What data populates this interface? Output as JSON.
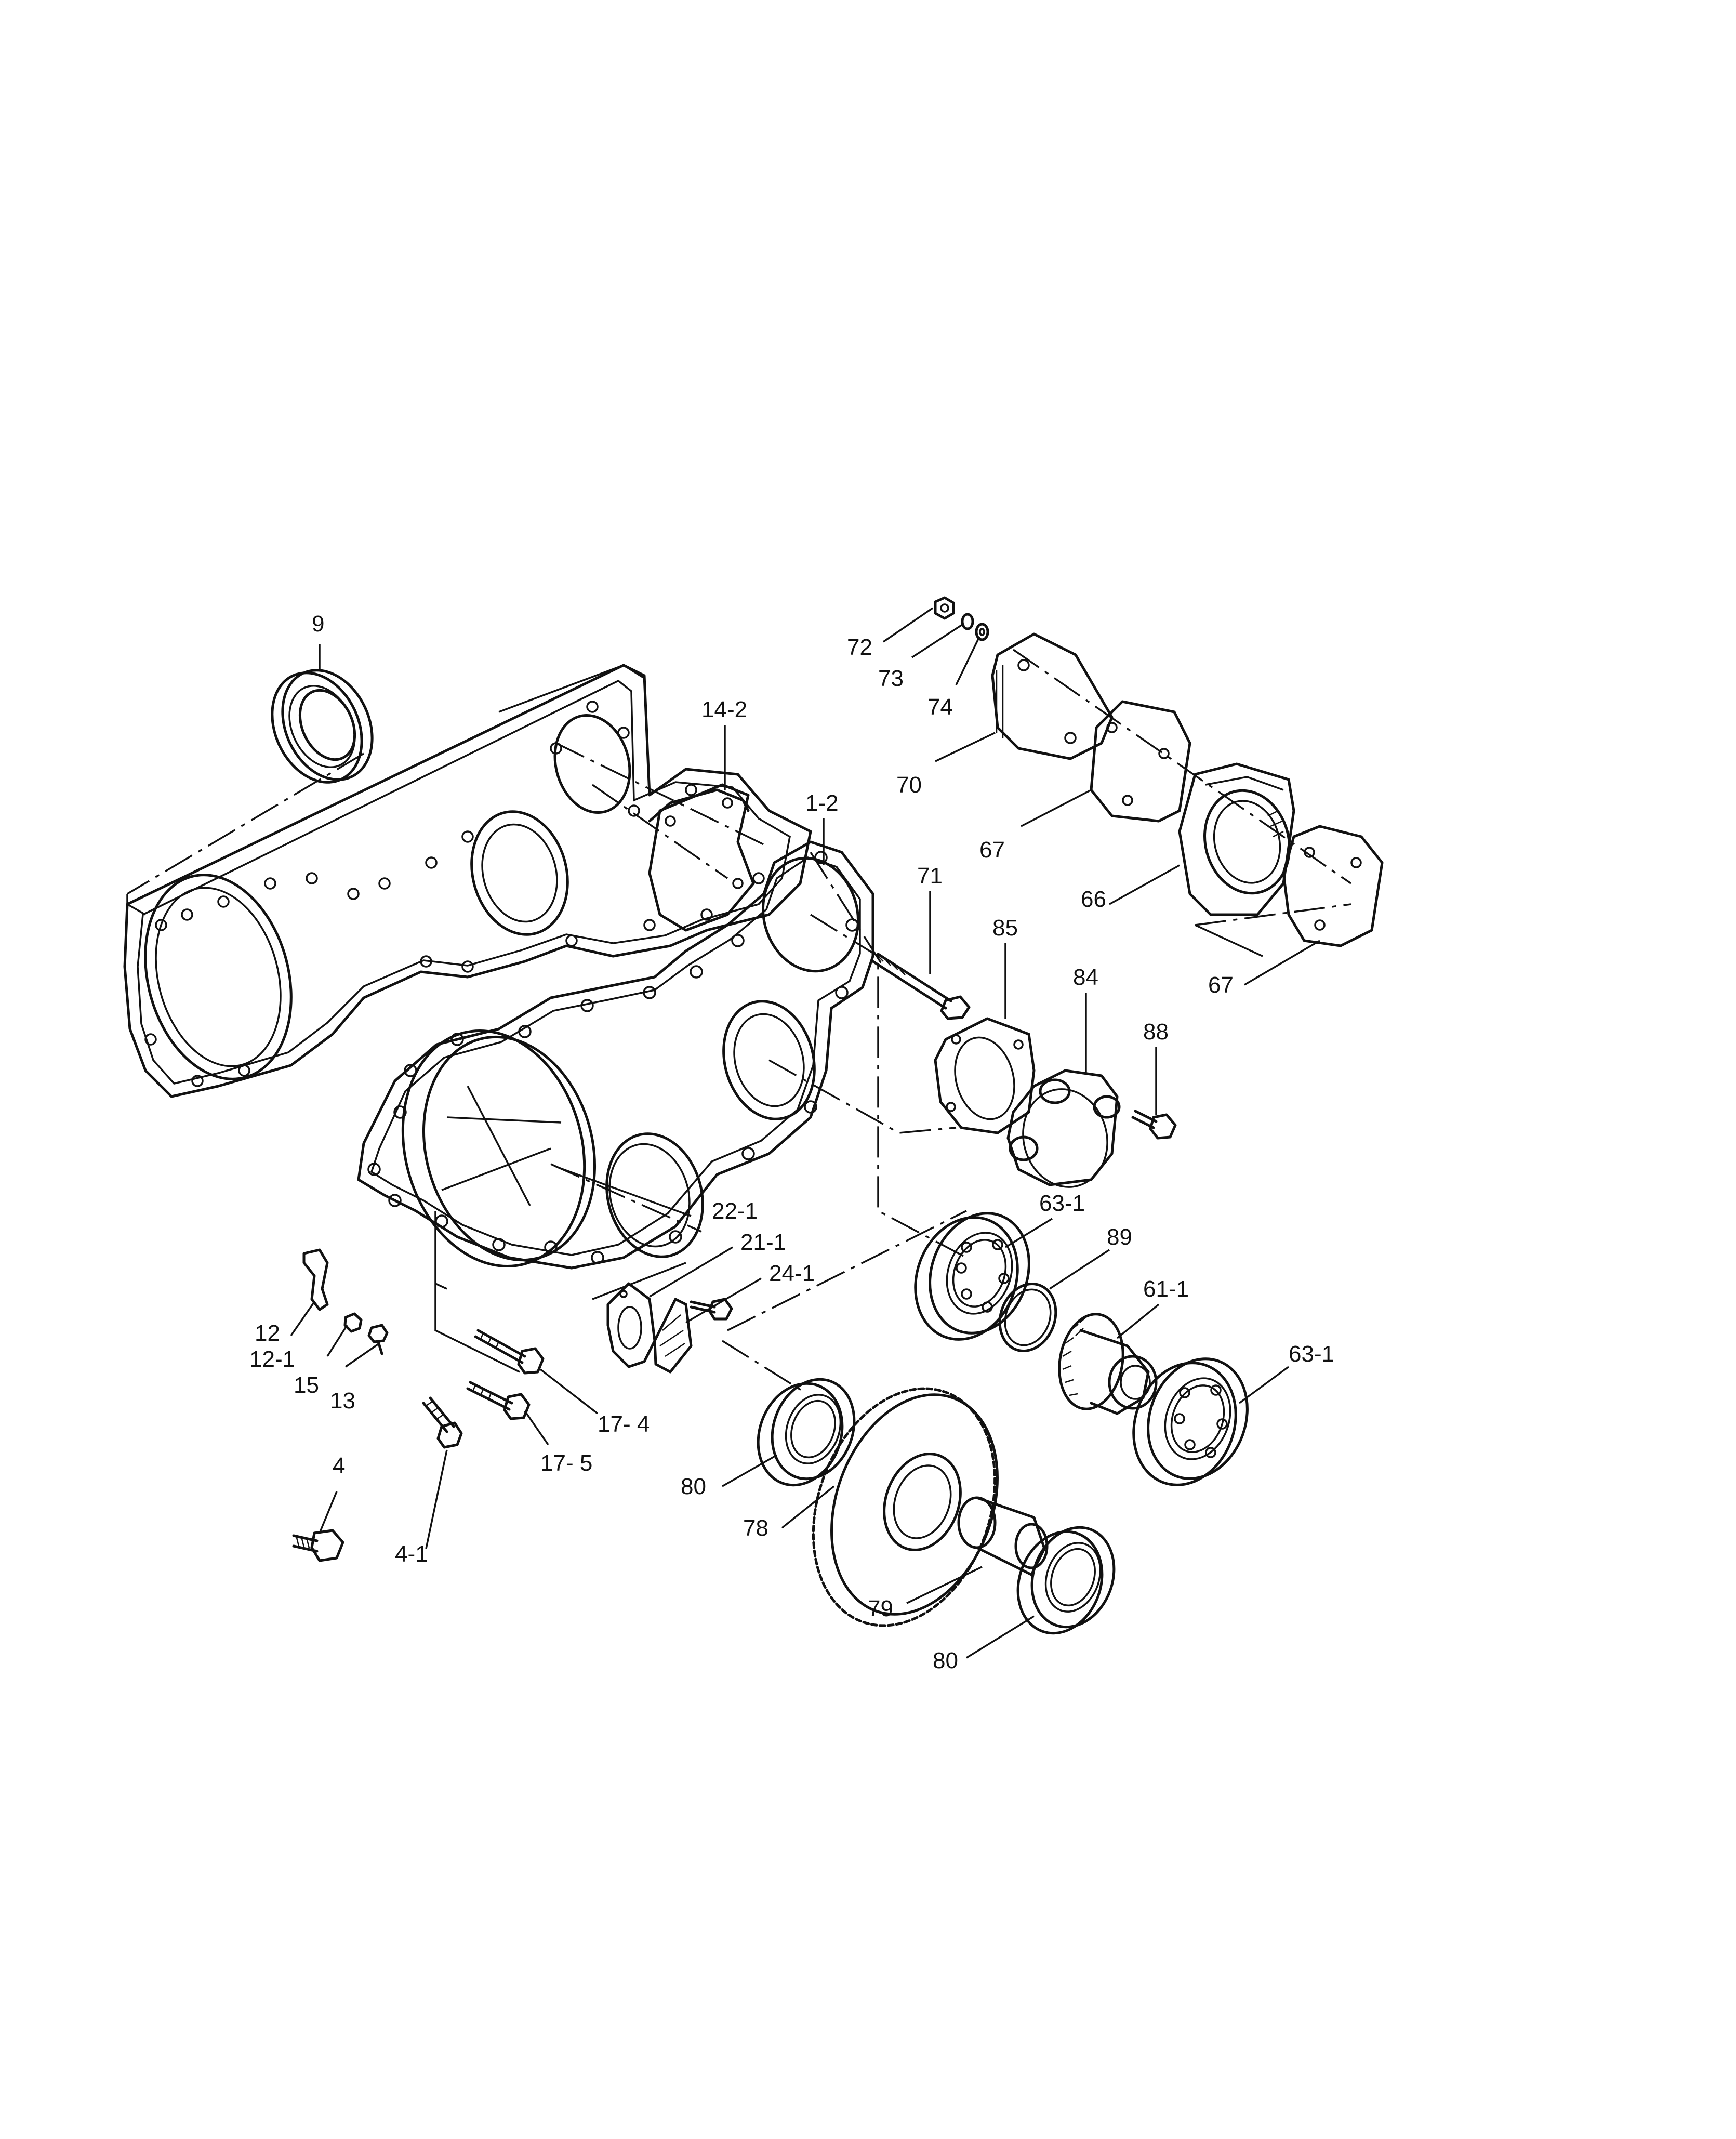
{
  "labels": [
    {
      "id": "9",
      "text": "9"
    },
    {
      "id": "14-2",
      "text": "14-2"
    },
    {
      "id": "1-2",
      "text": "1-2"
    },
    {
      "id": "72",
      "text": "72"
    },
    {
      "id": "73",
      "text": "73"
    },
    {
      "id": "74",
      "text": "74"
    },
    {
      "id": "70",
      "text": "70"
    },
    {
      "id": "67a",
      "text": "67"
    },
    {
      "id": "66",
      "text": "66"
    },
    {
      "id": "67b",
      "text": "67"
    },
    {
      "id": "71",
      "text": "71"
    },
    {
      "id": "85",
      "text": "85"
    },
    {
      "id": "84",
      "text": "84"
    },
    {
      "id": "88",
      "text": "88"
    },
    {
      "id": "22-1",
      "text": "22-1"
    },
    {
      "id": "21-1",
      "text": "21-1"
    },
    {
      "id": "24-1",
      "text": "24-1"
    },
    {
      "id": "63-1a",
      "text": "63-1"
    },
    {
      "id": "89",
      "text": "89"
    },
    {
      "id": "61-1",
      "text": "61-1"
    },
    {
      "id": "63-1b",
      "text": "63-1"
    },
    {
      "id": "12",
      "text": "12"
    },
    {
      "id": "12-1",
      "text": "12-1"
    },
    {
      "id": "15",
      "text": "15"
    },
    {
      "id": "13",
      "text": "13"
    },
    {
      "id": "17-4",
      "text": "17- 4"
    },
    {
      "id": "17-5",
      "text": "17- 5"
    },
    {
      "id": "80a",
      "text": "80"
    },
    {
      "id": "78",
      "text": "78"
    },
    {
      "id": "79",
      "text": "79"
    },
    {
      "id": "80b",
      "text": "80"
    },
    {
      "id": "4",
      "text": "4"
    },
    {
      "id": "4-1",
      "text": "4-1"
    }
  ]
}
